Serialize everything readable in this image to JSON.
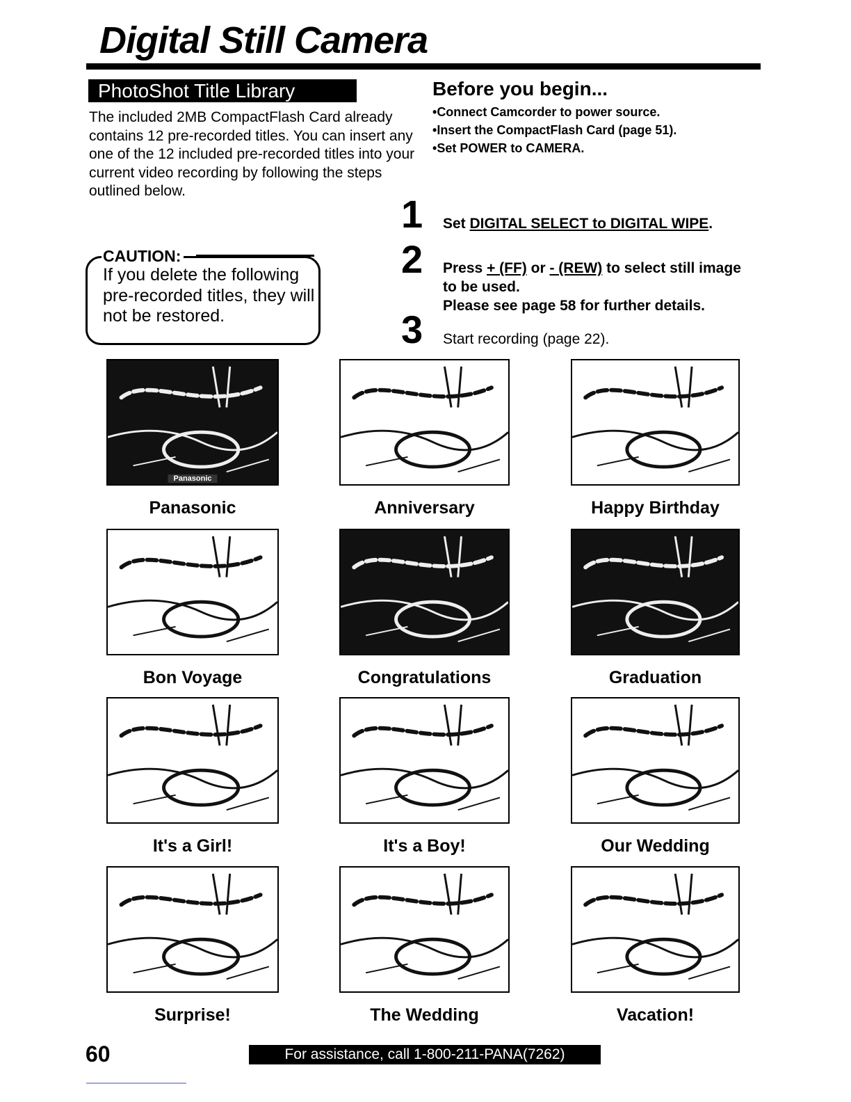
{
  "header": {
    "title": "Digital Still Camera",
    "section": "PhotoShot Title Library"
  },
  "intro": {
    "text": "The included 2MB CompactFlash Card already contains 12 pre-recorded titles. You can insert any one of the 12 included pre-recorded titles into your current video recording by following the steps outlined below."
  },
  "caution": {
    "label": "CAUTION:",
    "text": "If you delete the following pre-recorded titles, they will not be restored."
  },
  "before": {
    "title": "Before you begin...",
    "items": [
      "Connect Camcorder to power source.",
      "Insert the CompactFlash Card (page 51).",
      "Set POWER to CAMERA."
    ]
  },
  "steps": [
    {
      "num": "1",
      "pre": "Set ",
      "link": "DIGITAL SELECT to DIGITAL WIPE",
      "post": "."
    },
    {
      "num": "2",
      "p1": "Press ",
      "k1": "+ (FF)",
      "p2": " or ",
      "k2": "- (REW)",
      "p3": " to select still image to be used.",
      "line2": "Please see page 58 for further details."
    },
    {
      "num": "3",
      "text": "Start recording (page 22)."
    }
  ],
  "titles": [
    {
      "caption": "Panasonic",
      "icon": "panasonic-title-image",
      "overlay": "Panasonic"
    },
    {
      "caption": "Anniversary",
      "icon": "anniversary-title-image"
    },
    {
      "caption": "Happy Birthday",
      "icon": "happy-birthday-title-image"
    },
    {
      "caption": "Bon Voyage",
      "icon": "bon-voyage-title-image"
    },
    {
      "caption": "Congratulations",
      "icon": "congratulations-title-image"
    },
    {
      "caption": "Graduation",
      "icon": "graduation-title-image"
    },
    {
      "caption": "It's a Girl!",
      "icon": "its-a-girl-title-image"
    },
    {
      "caption": "It's a Boy!",
      "icon": "its-a-boy-title-image"
    },
    {
      "caption": "Our Wedding",
      "icon": "our-wedding-title-image"
    },
    {
      "caption": "Surprise!",
      "icon": "surprise-title-image"
    },
    {
      "caption": "The Wedding",
      "icon": "the-wedding-title-image"
    },
    {
      "caption": "Vacation!",
      "icon": "vacation-title-image"
    }
  ],
  "footer": {
    "page_number": "60",
    "assistance": "For assistance, call 1-800-211-PANA(7262)"
  }
}
